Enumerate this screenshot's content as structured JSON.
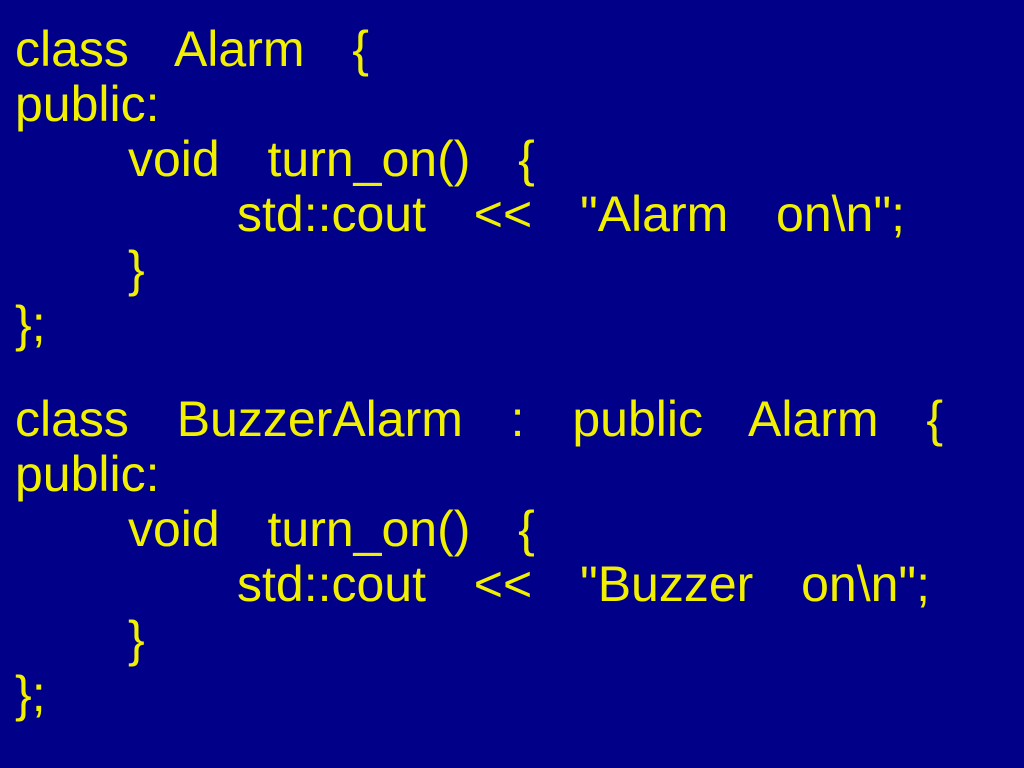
{
  "slide": {
    "background_color": "#000088",
    "text_color": "#F0F000",
    "language": "C++",
    "code_blocks": [
      {
        "name": "alarm-base-class",
        "lines": [
          {
            "indent": 0,
            "text": "class  Alarm  {"
          },
          {
            "indent": 0,
            "text": "public:"
          },
          {
            "indent": 1,
            "text": "void  turn_on()  {"
          },
          {
            "indent": 2,
            "text": "std::cout  <<  \"Alarm  on\\n\";"
          },
          {
            "indent": 1,
            "text": "}"
          },
          {
            "indent": 0,
            "text": "};"
          }
        ]
      },
      {
        "name": "buzzeralarm-derived-class",
        "lines": [
          {
            "indent": 0,
            "text": "class  BuzzerAlarm  :  public  Alarm  {"
          },
          {
            "indent": 0,
            "text": "public:"
          },
          {
            "indent": 1,
            "text": "void  turn_on()  {"
          },
          {
            "indent": 2,
            "text": "std::cout  <<  \"Buzzer  on\\n\";"
          },
          {
            "indent": 1,
            "text": "}"
          },
          {
            "indent": 0,
            "text": "};"
          }
        ]
      }
    ]
  }
}
